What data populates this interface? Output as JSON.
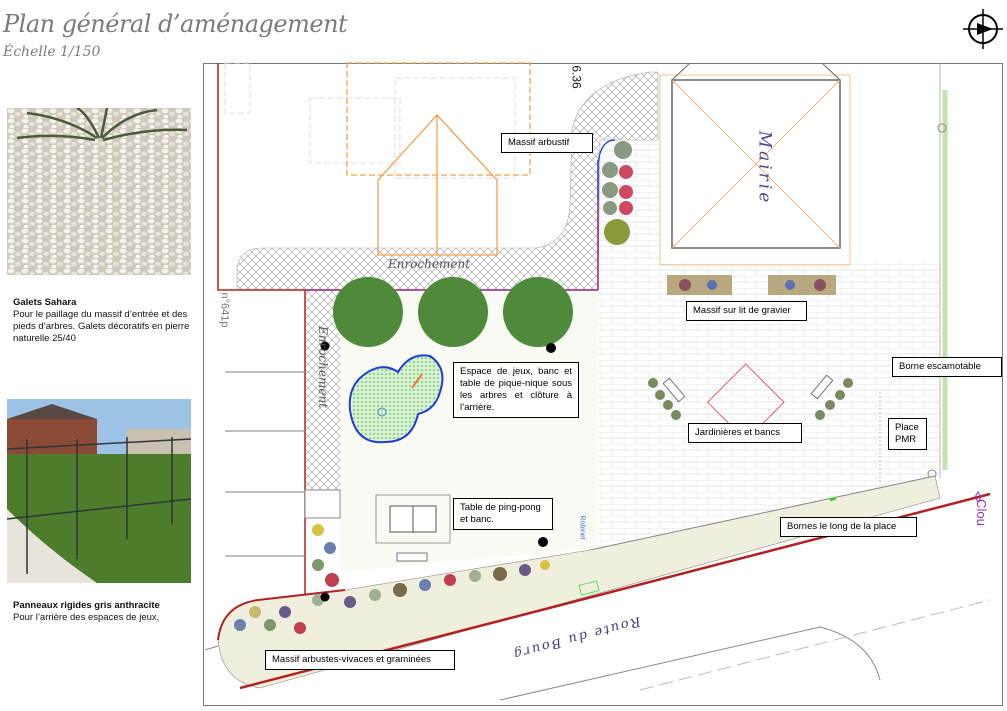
{
  "header": {
    "title": "Plan général d’aménagement",
    "scale": "Échelle 1/150",
    "compass_icon": "north-arrow-icon"
  },
  "legend": [
    {
      "title": "Galets Sahara",
      "text": "Pour le paillage du massif d’entrée et des pieds d’arbres. Galets décoratifs en pierre naturelle 25/40"
    },
    {
      "title": "Panneaux rigides gris anthracite",
      "text": "Pour l’arrière des espaces de jeux,"
    }
  ],
  "labels": {
    "massif_arbustif": "Massif arbustif",
    "massif_gravier": "Massif sur lit de gravier",
    "espace_jeux": "Espace de jeux, banc et table de pique-nique sous les arbres et clôture à l’arrière.",
    "ping_pong": "Table de ping-pong et banc.",
    "jardinieres": "Jardinières et bancs",
    "borne": "Borne escamotable",
    "place_pmr": "Place PMR",
    "bornes_place": "Bornes le long de la place",
    "massif_vivaces": "Massif arbustes-vivaces et graminées"
  },
  "map_text": {
    "enrochement_h": "Enrochement",
    "enrochement_v": "Enrochement",
    "mairie": "Mairie",
    "route": "Route du Bourg",
    "clou": "Clou",
    "elevation": "6.36",
    "parcel": "n°641p",
    "robinet": "Robinet"
  },
  "colors": {
    "boundary": "#b22222",
    "building": "#f5a04a",
    "road_band": "#f0eedc",
    "clou": "#9a30c0",
    "play_outline": "#1f3fd0"
  }
}
